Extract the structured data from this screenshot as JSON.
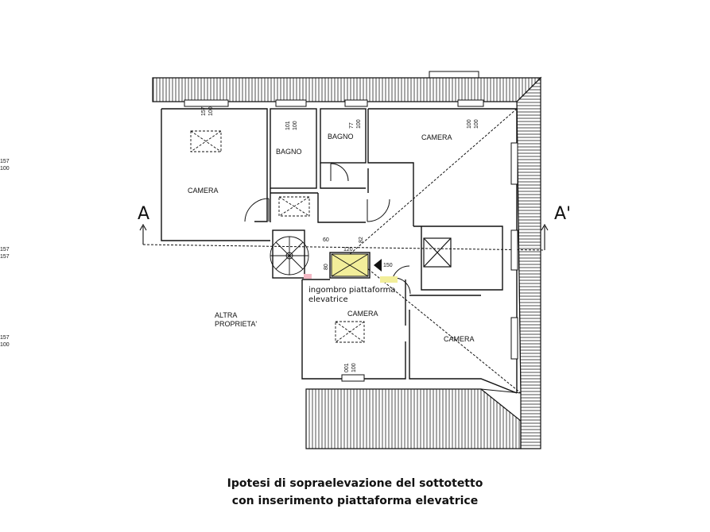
{
  "rooms": {
    "camera_nw": "CAMERA",
    "bagno_1": "BAGNO",
    "bagno_2": "BAGNO",
    "camera_ne": "CAMERA",
    "camera_s": "CAMERA",
    "camera_se": "CAMERA"
  },
  "section": {
    "left": "A",
    "right": "A'"
  },
  "labels": {
    "altra_1": "ALTRA",
    "altra_2": "PROPRIETA'",
    "platform_1": "ingombro piattaforma",
    "platform_2": "elevatrice"
  },
  "dimensions": {
    "win_nw": "157\n100",
    "win_b1": "101\n100",
    "win_b2": "77\n100",
    "win_ne": "100\n100",
    "win_e1": "157\n100",
    "win_e2": "157\n157",
    "win_e3": "157\n100",
    "win_s": "001\n100",
    "d60": "60",
    "d120": "120",
    "d82": "82",
    "d80": "80",
    "d150": "150"
  },
  "caption": {
    "line1": "Ipotesi di sopraelevazione del sottotetto",
    "line2": "con inserimento piattaforma elevatrice"
  },
  "colors": {
    "highlight": "#f2ee9a",
    "line": "#111111",
    "pink": "#f4b8c4"
  }
}
